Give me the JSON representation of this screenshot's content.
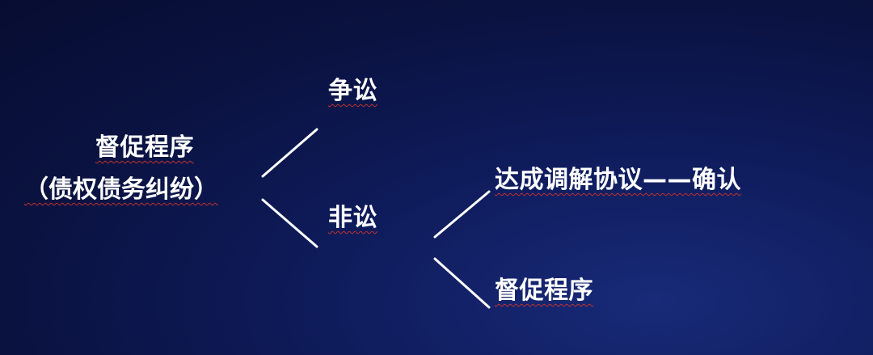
{
  "root": {
    "title": "督促程序",
    "subtitle": "（债权债务纠纷）"
  },
  "branches": {
    "contentious": "争讼",
    "non_contentious": "非讼"
  },
  "outcomes": {
    "mediation": "达成调解协议——确认",
    "payment_order": "督促程序"
  }
}
